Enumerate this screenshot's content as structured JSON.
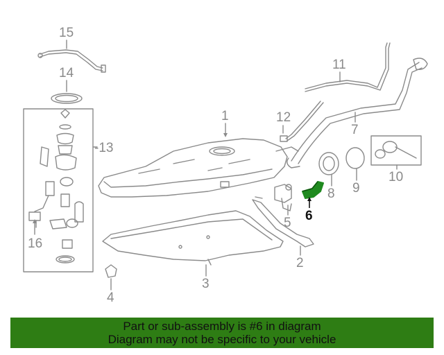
{
  "diagram": {
    "highlight_color": "#1f8a1f",
    "callouts": [
      {
        "id": "1",
        "label": "1"
      },
      {
        "id": "2",
        "label": "2"
      },
      {
        "id": "3",
        "label": "3"
      },
      {
        "id": "4",
        "label": "4"
      },
      {
        "id": "5",
        "label": "5"
      },
      {
        "id": "6",
        "label": "6",
        "highlighted": true
      },
      {
        "id": "7",
        "label": "7"
      },
      {
        "id": "8",
        "label": "8"
      },
      {
        "id": "9",
        "label": "9"
      },
      {
        "id": "10",
        "label": "10"
      },
      {
        "id": "11",
        "label": "11"
      },
      {
        "id": "12",
        "label": "12"
      },
      {
        "id": "13",
        "label": "-13"
      },
      {
        "id": "14",
        "label": "14"
      },
      {
        "id": "15",
        "label": "15"
      },
      {
        "id": "16",
        "label": "16"
      }
    ]
  },
  "banner": {
    "background": "#2e7d14",
    "line1": "Part or sub-assembly is #6 in diagram",
    "line2": "Diagram may not be specific to your vehicle"
  }
}
